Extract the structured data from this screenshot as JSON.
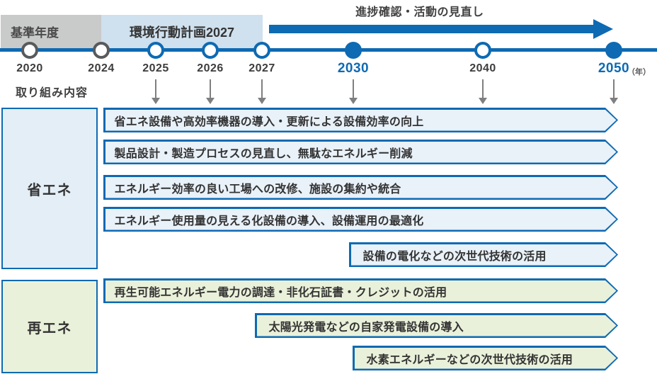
{
  "header": {
    "base_period_label": "基準年度",
    "plan_label": "環境行動計画2027",
    "review_label": "進捗確認・活動の見直し",
    "content_header": "取り組み内容",
    "year_unit": "（年）"
  },
  "timeline": {
    "years": [
      {
        "label": "2020",
        "marker": "gray-open"
      },
      {
        "label": "2024",
        "marker": "gray-open"
      },
      {
        "label": "2025",
        "marker": "blue-open"
      },
      {
        "label": "2026",
        "marker": "blue-open"
      },
      {
        "label": "2027",
        "marker": "blue-open"
      },
      {
        "label": "2030",
        "marker": "blue-filled"
      },
      {
        "label": "2040",
        "marker": "blue-open"
      },
      {
        "label": "2050",
        "marker": "blue-filled"
      }
    ]
  },
  "categories": [
    {
      "label": "省エネ"
    },
    {
      "label": "再エネ"
    }
  ],
  "tasks": [
    {
      "group": "省エネ",
      "label": "省エネ設備や高効率機器の導入・更新による設備効率の向上"
    },
    {
      "group": "省エネ",
      "label": "製品設計・製造プロセスの見直し、無駄なエネルギー削減"
    },
    {
      "group": "省エネ",
      "label": "エネルギー効率の良い工場への改修、施設の集約や統合"
    },
    {
      "group": "省エネ",
      "label": "エネルギー使用量の見える化設備の導入、設備運用の最適化"
    },
    {
      "group": "省エネ",
      "label": "設備の電化などの次世代技術の活用"
    },
    {
      "group": "再エネ",
      "label": "再生可能エネルギー電力の調達・非化石証書・クレジットの活用"
    },
    {
      "group": "再エネ",
      "label": "太陽光発電などの自家発電設備の導入"
    },
    {
      "group": "再エネ",
      "label": "水素エネルギーなどの次世代技術の活用"
    }
  ],
  "colors": {
    "accent_blue": "#0e6ab2",
    "bar_blue_fill": "#e9f1f9",
    "category_blue_fill": "#e4eef7",
    "green_fill": "#eaf1da",
    "plan_box_fill": "#cfe0ee",
    "base_box_fill": "#c9caca",
    "gray_marker": "#595a5c",
    "tick_gray": "#7f7f7f",
    "dark_text": "#333333"
  }
}
